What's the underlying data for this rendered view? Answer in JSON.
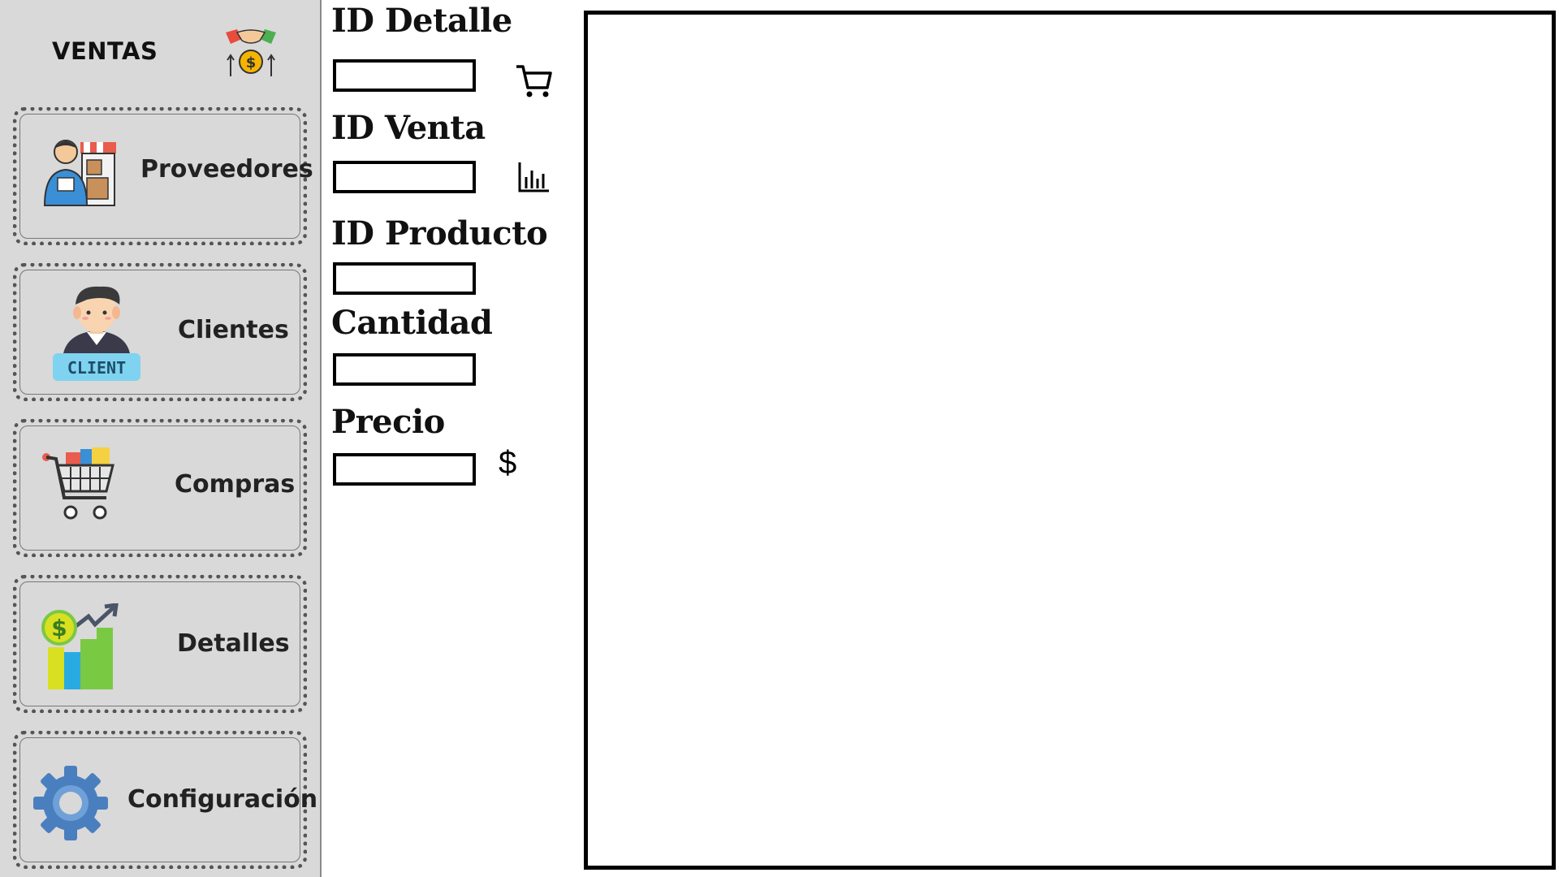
{
  "sidebar": {
    "title": "VENTAS",
    "title_icon": "handshake-money-icon",
    "items": [
      {
        "label": "Proveedores",
        "icon": "supplier-icon"
      },
      {
        "label": "Clientes",
        "icon": "client-icon",
        "icon_badge": "CLIENT"
      },
      {
        "label": "Compras",
        "icon": "shopping-cart-icon"
      },
      {
        "label": "Detalles",
        "icon": "growth-chart-icon"
      },
      {
        "label": "Configuración",
        "icon": "gear-icon"
      }
    ]
  },
  "form": {
    "fields": [
      {
        "label": "ID Detalle",
        "value": "",
        "side_icon": "cart-icon"
      },
      {
        "label": "ID Venta",
        "value": "",
        "side_icon": "bar-chart-icon"
      },
      {
        "label": "ID Producto",
        "value": ""
      },
      {
        "label": "Cantidad",
        "value": ""
      },
      {
        "label": "Precio",
        "value": "",
        "suffix": "$"
      }
    ]
  },
  "colors": {
    "sidebar_bg": "#d9d9d9",
    "button_border": "#555555",
    "gear": "#4a7fbf",
    "chart_green": "#7ac943",
    "chart_blue": "#29abe2",
    "chart_yellow": "#d9e021"
  }
}
